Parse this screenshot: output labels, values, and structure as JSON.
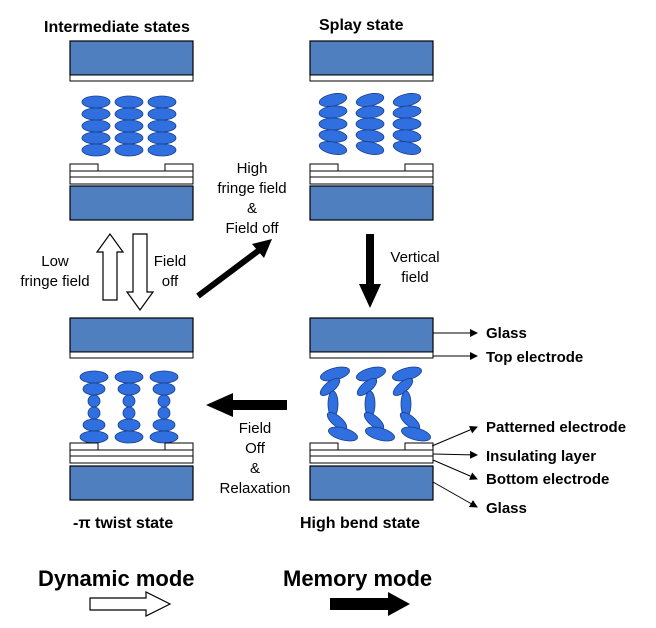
{
  "diagram": {
    "titles": {
      "intermediate": "Intermediate states",
      "splay": "Splay state",
      "twist": "-π twist state",
      "bend": "High bend state"
    },
    "transitions": {
      "low_fringe": [
        "Low",
        "fringe field"
      ],
      "field_off": [
        "Field",
        "off"
      ],
      "high_fringe": [
        "High",
        "fringe field",
        "&",
        "Field off"
      ],
      "vertical_field": [
        "Vertical",
        "field"
      ],
      "relaxation": [
        "Field",
        "Off",
        "&",
        "Relaxation"
      ]
    },
    "layer_labels": {
      "glass_top": "Glass",
      "top_electrode": "Top electrode",
      "patterned_electrode": "Patterned electrode",
      "insulating_layer": "Insulating layer",
      "bottom_electrode": "Bottom electrode",
      "glass_bottom": "Glass"
    },
    "legend": {
      "dynamic": "Dynamic mode",
      "memory": "Memory mode"
    },
    "colors": {
      "glass": "#4f7fbf",
      "liquid_crystal": "#2f6fe0",
      "memory_arrow": "#000000",
      "dynamic_arrow": "#ffffff"
    }
  }
}
